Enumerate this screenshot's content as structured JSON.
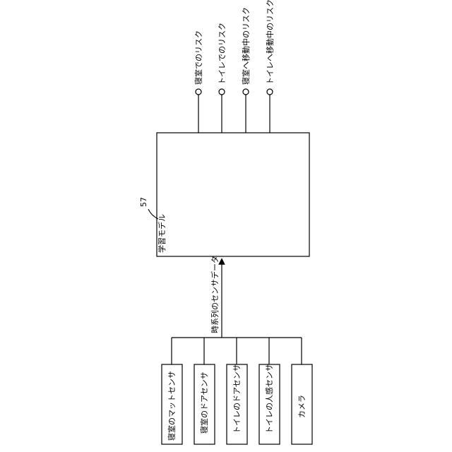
{
  "model": {
    "ref_number": "57",
    "label": "学習モデル"
  },
  "input_edge_label": "時系列のセンサデータ",
  "sensors": [
    {
      "label": "寝室のマットセンサ"
    },
    {
      "label": "寝室のドアセンサ"
    },
    {
      "label": "トイレのドアセンサ"
    },
    {
      "label": "トイレの人感センサ"
    },
    {
      "label": "カメラ"
    }
  ],
  "outputs": [
    {
      "label": "寝室でのリスク"
    },
    {
      "label": "トイレでのリスク"
    },
    {
      "label": "寝室へ移動中のリスク"
    },
    {
      "label": "トイレへ移動中のリスク"
    }
  ],
  "colors": {
    "line": "#000000",
    "background": "#ffffff"
  }
}
